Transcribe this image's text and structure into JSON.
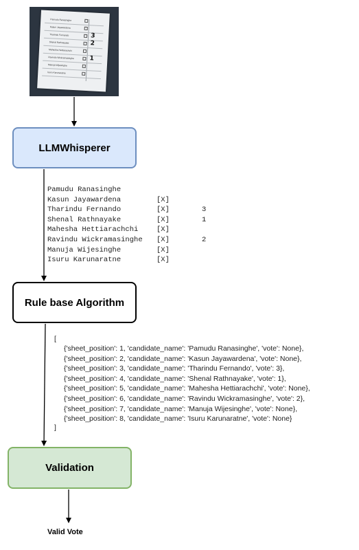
{
  "ballot": {
    "names": [
      "Pamudu Ranasinghe",
      "Kasun Jayawardena",
      "Tharindu Fernando",
      "Shenal Rathnayake",
      "Mahesha Hettiarachchi",
      "Ravindu Wickramasinghe",
      "Manuja Wijesinghe",
      "Isuru Karunaratne"
    ],
    "marks": [
      "",
      "",
      "3",
      "2",
      "",
      "1",
      "",
      ""
    ]
  },
  "nodes": {
    "llm": "LLMWhisperer",
    "rule": "Rule base Algorithm",
    "validation": "Validation",
    "final": "Valid Vote"
  },
  "ocr_output": [
    {
      "name": "Pamudu Ranasinghe",
      "mark": "",
      "vote": ""
    },
    {
      "name": "Kasun Jayawardena",
      "mark": "[X]",
      "vote": ""
    },
    {
      "name": "Tharindu Fernando",
      "mark": "[X]",
      "vote": "3"
    },
    {
      "name": "Shenal Rathnayake",
      "mark": "[X]",
      "vote": "1"
    },
    {
      "name": "Mahesha Hettiarachchi",
      "mark": "[X]",
      "vote": ""
    },
    {
      "name": "Ravindu Wickramasinghe",
      "mark": "[X]",
      "vote": "2"
    },
    {
      "name": "Manuja Wijesinghe",
      "mark": "[X]",
      "vote": ""
    },
    {
      "name": "Isuru Karunaratne",
      "mark": "[X]",
      "vote": ""
    }
  ],
  "json_output": {
    "open": "[",
    "lines": [
      "{'sheet_position': 1, 'candidate_name': 'Pamudu Ranasinghe', 'vote': None},",
      "{'sheet_position': 2, 'candidate_name': 'Kasun Jayawardena', 'vote': None},",
      "{'sheet_position': 3, 'candidate_name': 'Tharindu Fernando', 'vote': 3},",
      "{'sheet_position': 4, 'candidate_name': 'Shenal Rathnayake', 'vote': 1},",
      "{'sheet_position': 5, 'candidate_name': 'Mahesha Hettiarachchi', 'vote': None},",
      "{'sheet_position': 6, 'candidate_name': 'Ravindu Wickramasinghe', 'vote': 2},",
      "{'sheet_position': 7, 'candidate_name': 'Manuja Wijesinghe', 'vote': None},",
      "{'sheet_position': 8, 'candidate_name': 'Isuru Karunaratne', 'vote': None}"
    ],
    "close": "]"
  },
  "colors": {
    "llm_fill": "#dae8fc",
    "llm_stroke": "#6c8ebf",
    "rule_fill": "#ffffff",
    "rule_stroke": "#000000",
    "val_fill": "#d5e8d4",
    "val_stroke": "#82b366"
  }
}
